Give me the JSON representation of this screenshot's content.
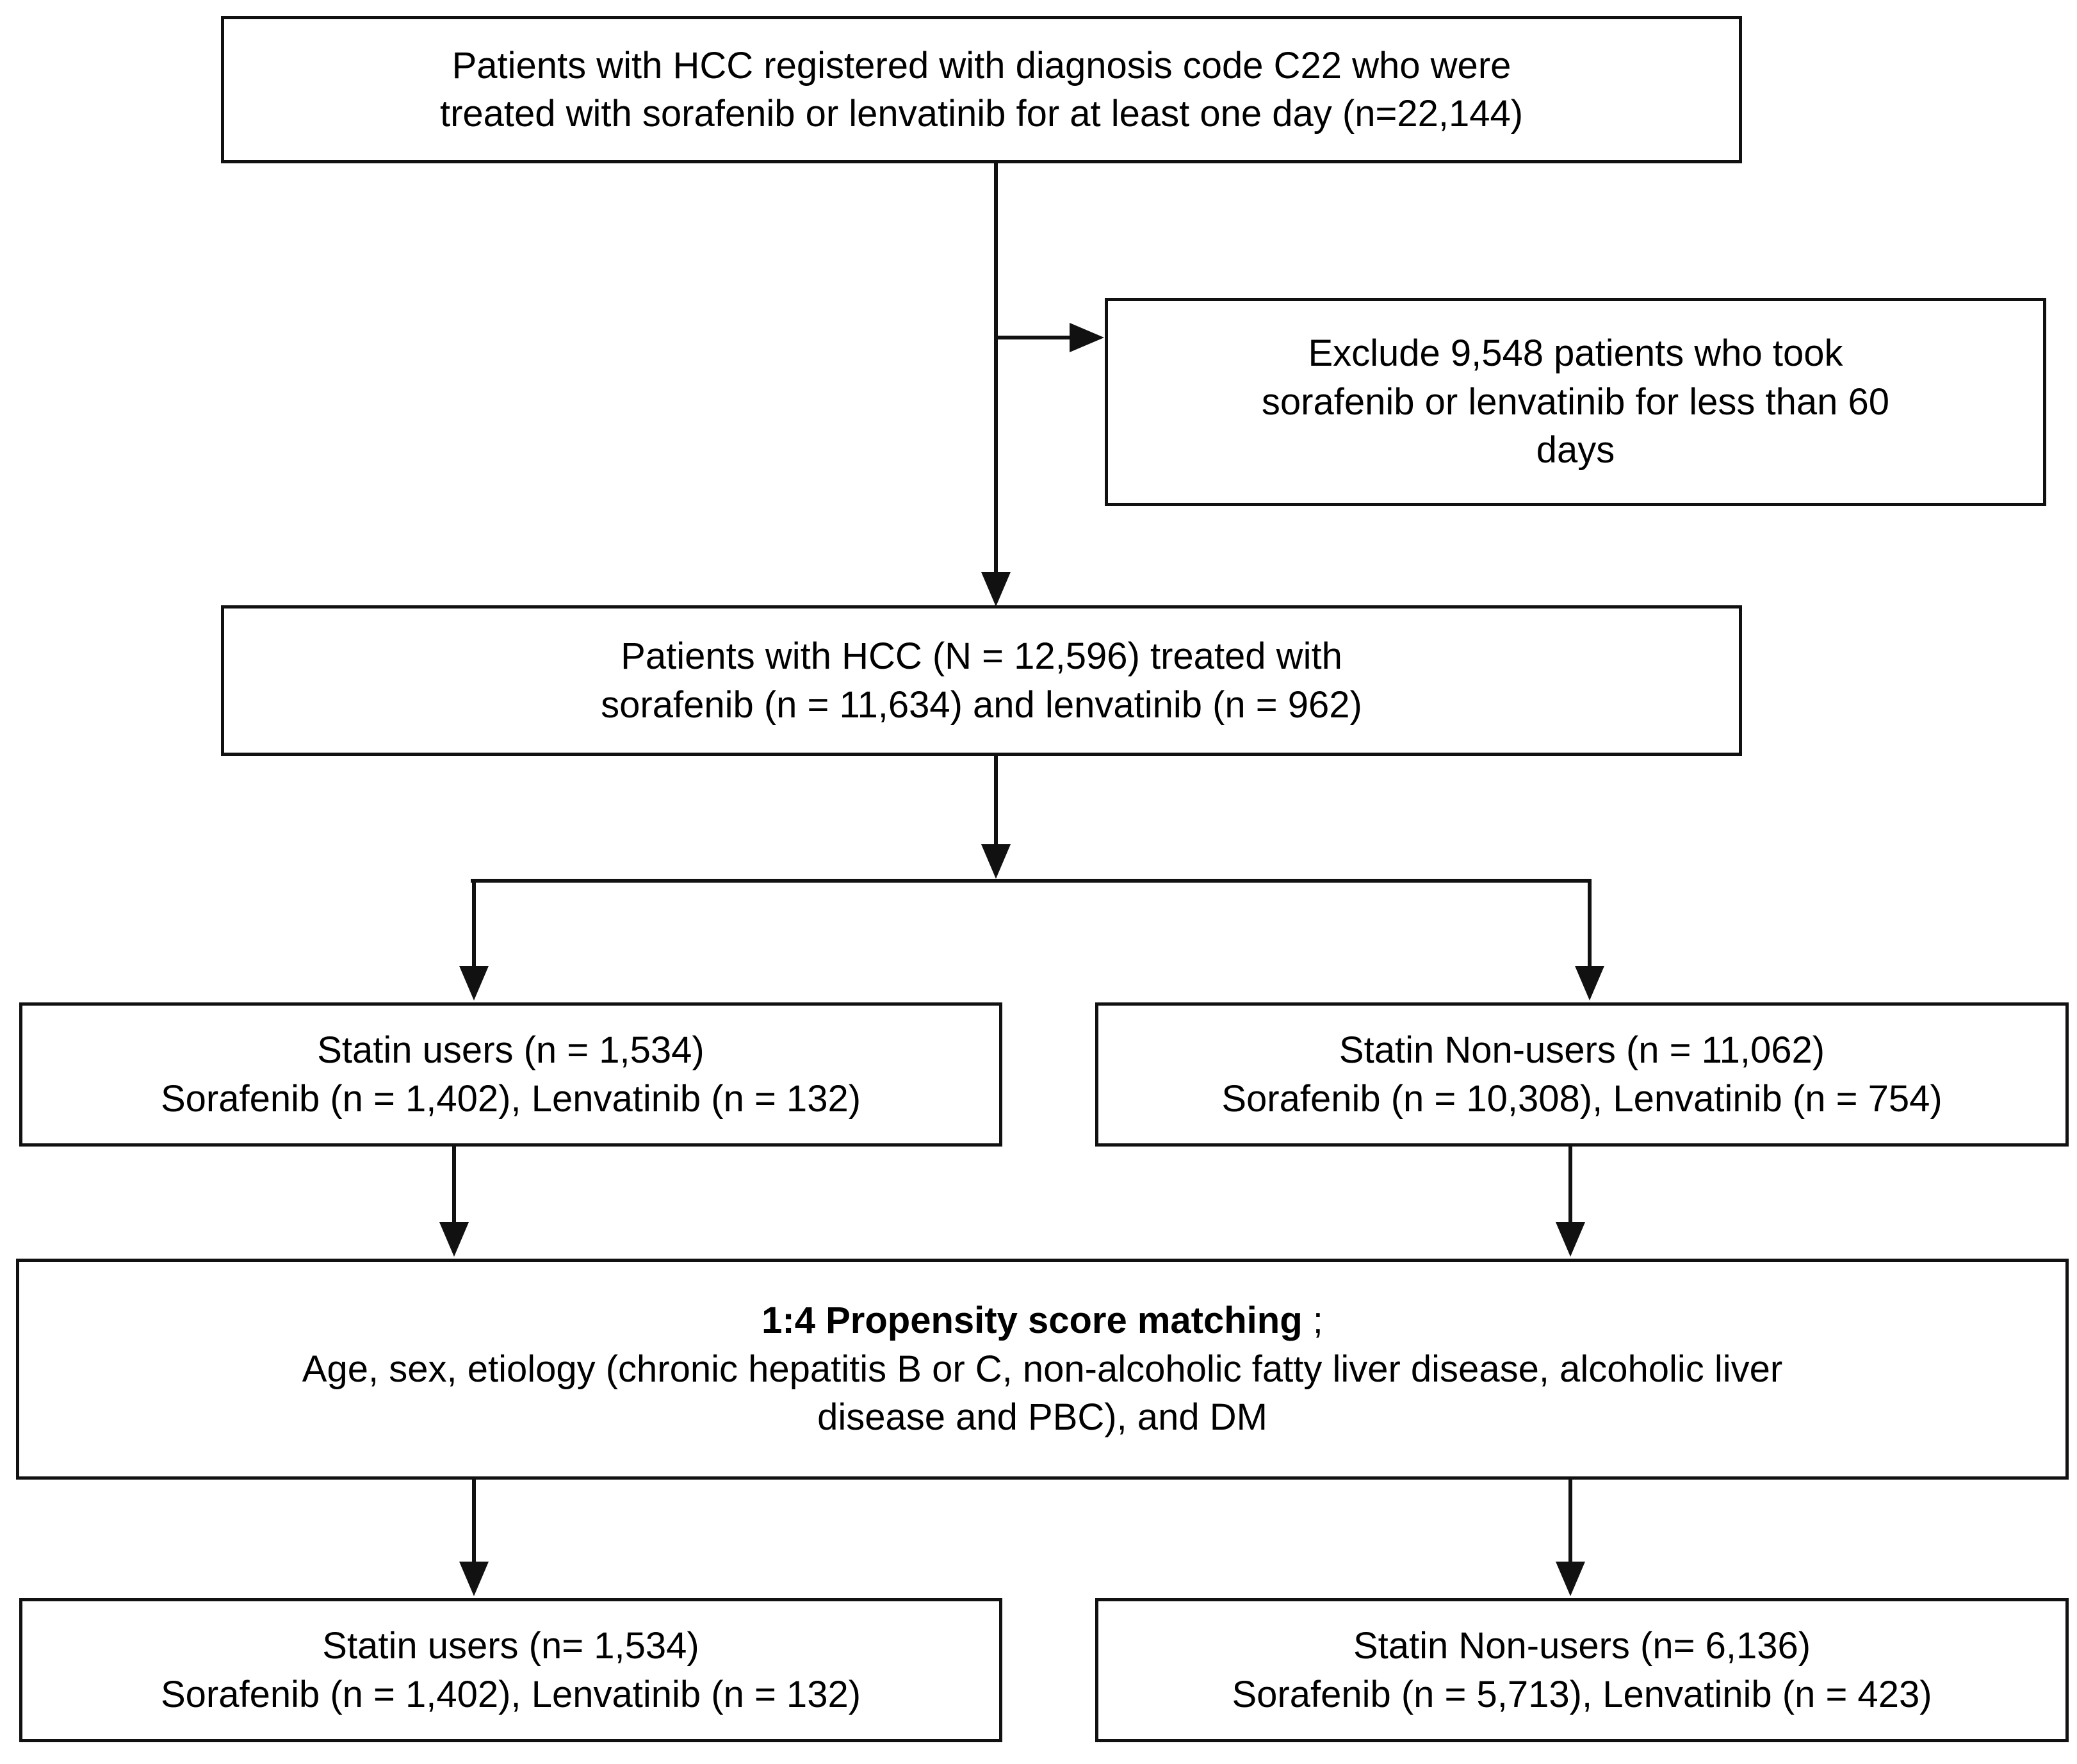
{
  "figure": {
    "type": "flowchart",
    "title": "Patient selection flow diagram for statin use in hepatocellular carcinoma treated with sorafenib or lenvatinib",
    "background_color": "#ffffff",
    "line_color": "#111111",
    "text_color": "#000000"
  },
  "nodes": {
    "cohort_registered": {
      "id": "cohort-registered",
      "line1": "Patients with HCC registered with diagnosis code C22 who were",
      "line2": "treated with sorafenib or lenvatinib for at least one day (n=22,144)"
    },
    "exclusion": {
      "id": "exclusion",
      "line1": "Exclude 9,548 patients who took",
      "line2": "sorafenib or lenvatinib for less than 60",
      "line3": "days"
    },
    "cohort_included": {
      "id": "cohort-included",
      "line1": "Patients with HCC (N = 12,596) treated with",
      "line2": "sorafenib (n = 11,634) and lenvatinib (n = 962)"
    },
    "statin_users_pre": {
      "id": "statin-users-pre",
      "line1": "Statin users (n = 1,534)",
      "line2": "Sorafenib (n = 1,402), Lenvatinib (n =  132)"
    },
    "statin_nonusers_pre": {
      "id": "statin-nonusers-pre",
      "line1": "Statin Non-users (n = 11,062)",
      "line2": "Sorafenib (n = 10,308), Lenvatinib (n =  754)"
    },
    "psm": {
      "id": "propensity-score-matching",
      "line1_bold": "1:4 Propensity score matching",
      "line1_tail": " ;",
      "line2": "Age, sex, etiology (chronic hepatitis B or C, non-alcoholic fatty liver disease, alcoholic liver",
      "line3": "disease and PBC), and DM"
    },
    "statin_users_post": {
      "id": "statin-users-post",
      "line1": "Statin users (n= 1,534)",
      "line2": "Sorafenib (n = 1,402), Lenvatinib (n =  132)"
    },
    "statin_nonusers_post": {
      "id": "statin-nonusers-post",
      "line1": "Statin Non-users (n= 6,136)",
      "line2": "Sorafenib (n = 5,713), Lenvatinib (n = 423)"
    }
  },
  "chart_data": {
    "type": "flowchart",
    "title": "HCC statin user cohort selection",
    "stages": [
      {
        "label": "Patients with HCC registered with diagnosis code C22 treated with sorafenib or lenvatinib for at least one day",
        "n": 22144
      },
      {
        "label": "Excluded: took sorafenib or lenvatinib for less than 60 days",
        "n": 9548,
        "role": "exclusion"
      },
      {
        "label": "Patients with HCC treated with sorafenib and lenvatinib",
        "n": 12596,
        "breakdown": {
          "sorafenib": 11634,
          "lenvatinib": 962
        }
      },
      {
        "label": "Statin users (before matching)",
        "n": 1534,
        "breakdown": {
          "sorafenib": 1402,
          "lenvatinib": 132
        }
      },
      {
        "label": "Statin Non-users (before matching)",
        "n": 11062,
        "breakdown": {
          "sorafenib": 10308,
          "lenvatinib": 754
        }
      },
      {
        "label": "1:4 Propensity score matching on age, sex, etiology (chronic hepatitis B or C, non-alcoholic fatty liver disease, alcoholic liver disease and PBC), and DM",
        "role": "process"
      },
      {
        "label": "Statin users (after matching)",
        "n": 1534,
        "breakdown": {
          "sorafenib": 1402,
          "lenvatinib": 132
        }
      },
      {
        "label": "Statin Non-users (after matching)",
        "n": 6136,
        "breakdown": {
          "sorafenib": 5713,
          "lenvatinib": 423
        }
      }
    ],
    "edges": [
      {
        "from": "cohort_registered",
        "to": "exclusion",
        "direction": "right"
      },
      {
        "from": "cohort_registered",
        "to": "cohort_included",
        "direction": "down"
      },
      {
        "from": "cohort_included",
        "to": "statin_users_pre",
        "direction": "down-split-left"
      },
      {
        "from": "cohort_included",
        "to": "statin_nonusers_pre",
        "direction": "down-split-right"
      },
      {
        "from": "statin_users_pre",
        "to": "psm",
        "direction": "down"
      },
      {
        "from": "statin_nonusers_pre",
        "to": "psm",
        "direction": "down"
      },
      {
        "from": "psm",
        "to": "statin_users_post",
        "direction": "down"
      },
      {
        "from": "psm",
        "to": "statin_nonusers_post",
        "direction": "down"
      }
    ]
  }
}
